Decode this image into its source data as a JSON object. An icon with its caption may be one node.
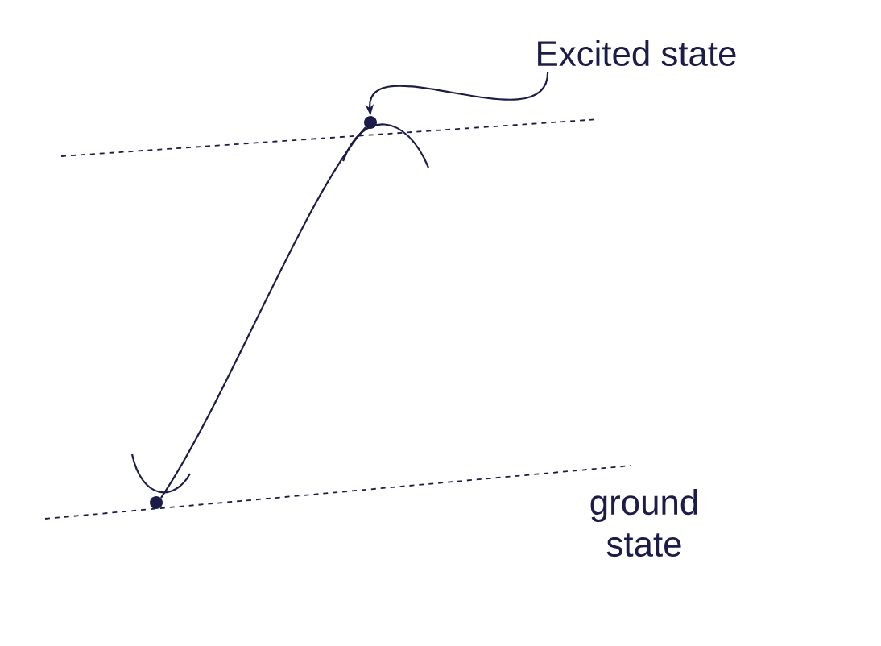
{
  "diagram": {
    "nodes": [
      {
        "text": [
          "Excited state"
        ]
      },
      {
        "text": [],
        "shape": "circle"
      },
      {
        "text": [],
        "shape": "circle"
      }
    ],
    "edges": [
      {
        "from": 0,
        "to": 1,
        "arrow": "to"
      },
      {
        "from": 2,
        "to": 1,
        "arrow": "none"
      }
    ],
    "labels": [
      "ground state"
    ]
  }
}
